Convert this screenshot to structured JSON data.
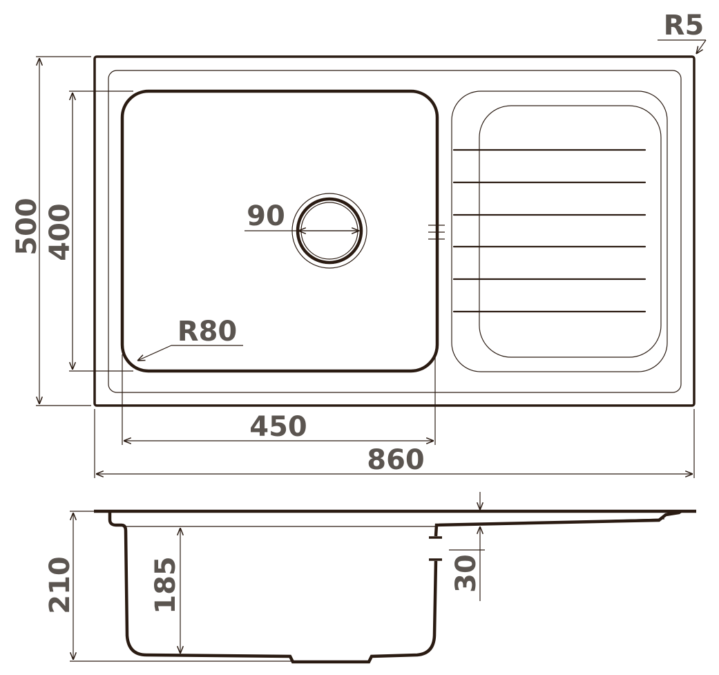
{
  "labels": {
    "corner_radius": "R5",
    "overall_width": "500",
    "bowl_height": "400",
    "drain_diameter": "90",
    "bowl_corner_radius": "R80",
    "bowl_length": "450",
    "overall_length": "860",
    "total_depth": "210",
    "bowl_depth": "185",
    "rim_thickness": "30"
  },
  "colors": {
    "line": "#2a1b12",
    "text": "#5b5550",
    "background": "#ffffff"
  }
}
